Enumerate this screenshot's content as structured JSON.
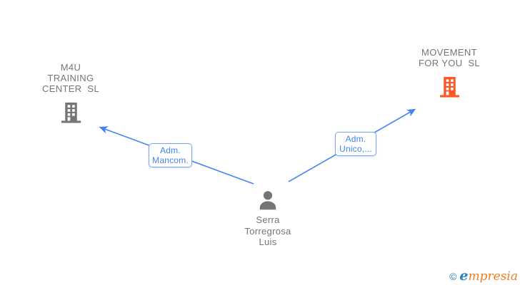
{
  "colors": {
    "edge_blue": "#4285F4",
    "label_border_blue": "#7AA5EF",
    "node_gray": "#757575",
    "company_orange": "#FF5722",
    "logo_copyright_blue": "#2E7EBC",
    "logo_e_blue": "#2386C8",
    "logo_text_orange": "#EE7E23"
  },
  "graph": {
    "person": {
      "label": "Serra\nTorregrosa\nLuis",
      "icon": "person-icon"
    },
    "companies": [
      {
        "label": "M4U\nTRAINING\nCENTER  SL",
        "icon": "building-icon",
        "icon_color": "#757575"
      },
      {
        "label": "MOVEMENT\nFOR YOU  SL",
        "icon": "building-icon",
        "icon_color": "#FF5722"
      }
    ],
    "edges": [
      {
        "from": "Serra Torregrosa Luis",
        "to": "M4U TRAINING CENTER  SL",
        "label": "Adm.\nMancom."
      },
      {
        "from": "Serra Torregrosa Luis",
        "to": "MOVEMENT FOR YOU  SL",
        "label": "Adm.\nUnico,..."
      }
    ]
  },
  "watermark": {
    "copyright_symbol": "©",
    "brand_lead": "e",
    "brand_rest": "mpresia"
  }
}
